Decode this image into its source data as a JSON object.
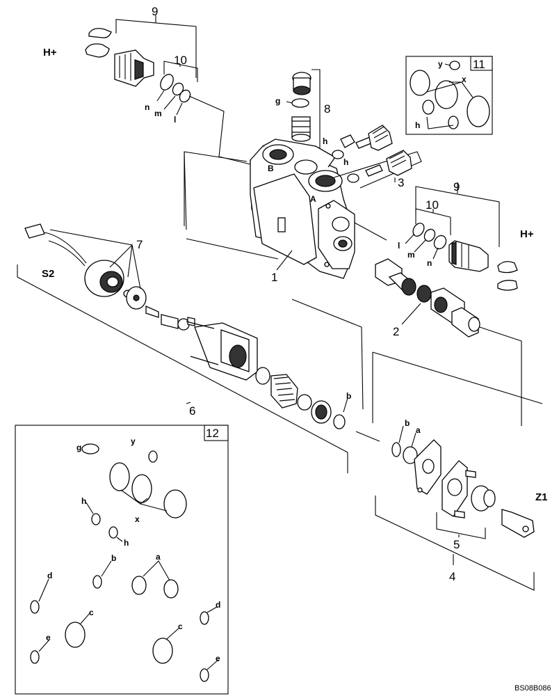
{
  "callouts": {
    "n1": "1",
    "n2": "2",
    "n3": "3",
    "n4": "4",
    "n5": "5",
    "n6": "6",
    "n7": "7",
    "n8": "8",
    "n9_top": "9",
    "n9_right": "9",
    "n10_top": "10",
    "n10_right": "10",
    "n11": "11",
    "n12": "12"
  },
  "letters": {
    "a": "a",
    "b": "b",
    "c": "c",
    "d": "d",
    "e": "e",
    "g": "g",
    "h": "h",
    "l": "l",
    "m": "m",
    "n": "n",
    "x": "x",
    "y": "y"
  },
  "markers": {
    "h_plus": "H+",
    "s2": "S2",
    "z1": "Z1",
    "port_a": "A",
    "port_b": "B"
  },
  "drawing_code": "BS08B086"
}
